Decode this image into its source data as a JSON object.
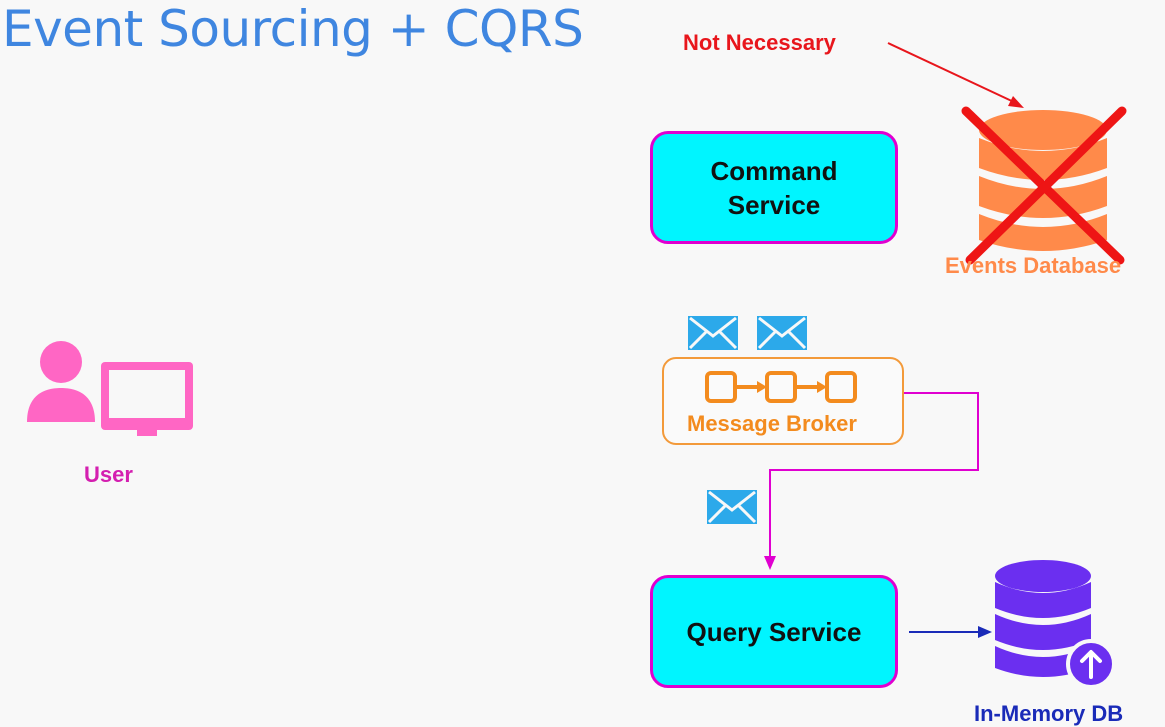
{
  "title": "Event Sourcing + CQRS",
  "annotation": {
    "text": "Not Necessary",
    "color": "#e8161c"
  },
  "nodes": {
    "user": {
      "label": "User",
      "icon": "user-computer-icon",
      "color": "#ff66c4"
    },
    "command_service": {
      "label_line1": "Command",
      "label_line2": "Service"
    },
    "events_database": {
      "label": "Events Database",
      "icon": "database-icon",
      "status": "crossed-out",
      "color": "#ff8a4a"
    },
    "message_broker": {
      "label": "Message Broker",
      "icon": "queue-icon",
      "color": "#f38b1e"
    },
    "query_service": {
      "label": "Query Service"
    },
    "in_memory_db": {
      "label": "In-Memory DB",
      "icon": "database-upload-icon",
      "color": "#6b2ff0"
    }
  },
  "colors": {
    "title": "#3f86e0",
    "service_fill": "#00f5ff",
    "service_border": "#e000d0",
    "message_icon": "#2ca9ea",
    "flow_arrow": "#e000d0",
    "db_arrow": "#1a2bb8",
    "cross": "#ee1515"
  },
  "message_icons": [
    "envelope-icon",
    "envelope-icon",
    "envelope-icon"
  ]
}
